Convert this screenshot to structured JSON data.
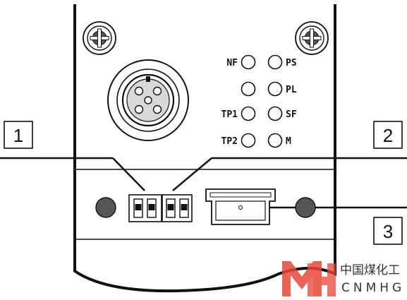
{
  "leds_left": [
    "NF",
    "",
    "TP1",
    "TP2"
  ],
  "leds_right": [
    "PS",
    "PL",
    "SF",
    "M"
  ],
  "callouts": [
    "1",
    "2",
    "3"
  ],
  "watermark": {
    "cn": "中国煤化工",
    "en": "CNMHG"
  },
  "colors": {
    "line": "#111111",
    "screw": "#555555",
    "watermark_logo": "#e8473a"
  }
}
